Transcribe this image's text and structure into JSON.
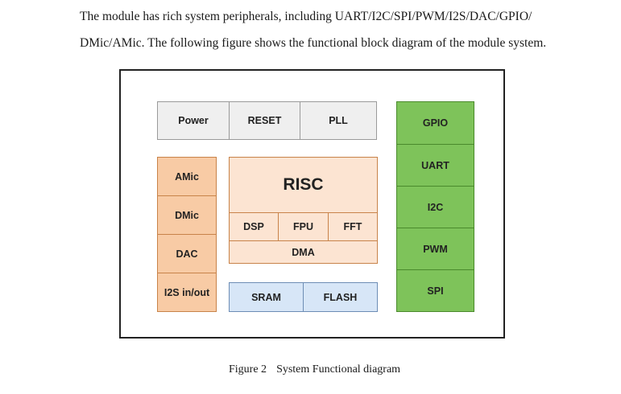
{
  "intro": {
    "line1": "The module has rich system peripherals, including UART/I2C/SPI/PWM/I2S/DAC/GPIO/",
    "line2": "DMic/AMic. The following figure shows the functional block diagram of the module system."
  },
  "diagram": {
    "top_row": [
      "Power",
      "RESET",
      "PLL"
    ],
    "left_column": [
      "AMic",
      "DMic",
      "DAC",
      "I2S in/out"
    ],
    "core": {
      "title": "RISC",
      "units": [
        "DSP",
        "FPU",
        "FFT"
      ],
      "dma": "DMA"
    },
    "memory": [
      "SRAM",
      "FLASH"
    ],
    "right_column": [
      "GPIO",
      "UART",
      "I2C",
      "PWM",
      "SPI"
    ],
    "colors": {
      "gray": "#efefef",
      "orange": "#f8cba5",
      "peach": "#fce4d2",
      "green": "#7ec35a",
      "blue": "#d7e6f7"
    }
  },
  "caption": {
    "number": "Figure 2",
    "text": "System Functional diagram"
  }
}
